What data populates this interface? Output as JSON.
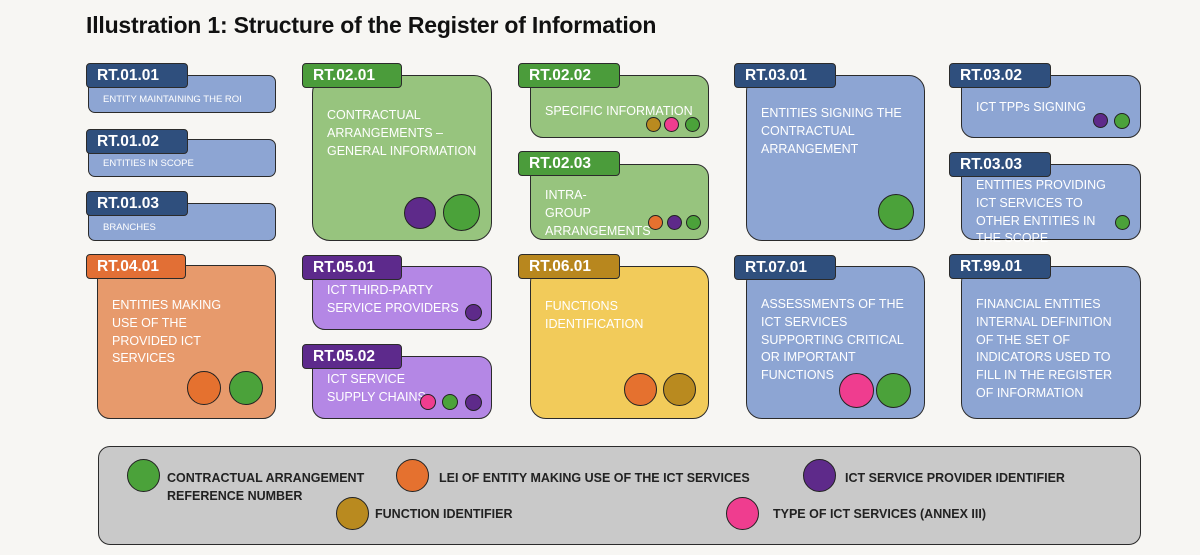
{
  "title": "Illustration 1: Structure of the Register of Information",
  "colors": {
    "blue": "#8da5d3",
    "green": "#97c47e",
    "orange": "#e79a6c",
    "purple": "#b487e5",
    "yellow": "#f2cb5a",
    "dot_green": "#4ba23a",
    "dot_orange": "#e5712f",
    "dot_purple": "#5e2a8a",
    "dot_gold": "#b98a1f",
    "dot_pink": "#ef3d8f"
  },
  "tables": [
    {
      "code": "RT.01.01",
      "label": "ENTITY MAINTAINING THE ROI",
      "dots": []
    },
    {
      "code": "RT.01.02",
      "label": "ENTITIES IN SCOPE",
      "dots": []
    },
    {
      "code": "RT.01.03",
      "label": "BRANCHES",
      "dots": []
    },
    {
      "code": "RT.02.01",
      "label": "CONTRACTUAL ARRANGEMENTS – GENERAL INFORMATION",
      "dots": [
        "ict-service-provider-identifier",
        "contractual-arrangement-reference-number"
      ]
    },
    {
      "code": "RT.02.02",
      "label": "SPECIFIC INFORMATION",
      "dots": [
        "function-identifier",
        "type-of-ict-services",
        "contractual-arrangement-reference-number"
      ]
    },
    {
      "code": "RT.02.03",
      "label": "INTRA-GROUP ARRANGEMENTS",
      "dots": [
        "lei-of-entity-making-use",
        "ict-service-provider-identifier",
        "contractual-arrangement-reference-number"
      ]
    },
    {
      "code": "RT.03.01",
      "label": "ENTITIES SIGNING THE CONTRACTUAL ARRANGEMENT",
      "dots": [
        "contractual-arrangement-reference-number"
      ]
    },
    {
      "code": "RT.03.02",
      "label": "ICT TPPs SIGNING",
      "dots": [
        "ict-service-provider-identifier",
        "contractual-arrangement-reference-number"
      ]
    },
    {
      "code": "RT.03.03",
      "label": "ENTITIES PROVIDING ICT SERVICES TO OTHER ENTITIES IN THE SCOPE",
      "dots": [
        "contractual-arrangement-reference-number"
      ]
    },
    {
      "code": "RT.04.01",
      "label": "ENTITIES MAKING USE OF THE PROVIDED ICT SERVICES",
      "dots": [
        "lei-of-entity-making-use",
        "contractual-arrangement-reference-number"
      ]
    },
    {
      "code": "RT.05.01",
      "label": "ICT THIRD-PARTY SERVICE PROVIDERS",
      "dots": [
        "ict-service-provider-identifier"
      ]
    },
    {
      "code": "RT.05.02",
      "label": "ICT SERVICE SUPPLY CHAINS",
      "dots": [
        "type-of-ict-services",
        "contractual-arrangement-reference-number",
        "ict-service-provider-identifier"
      ]
    },
    {
      "code": "RT.06.01",
      "label": "FUNCTIONS IDENTIFICATION",
      "dots": [
        "lei-of-entity-making-use",
        "function-identifier"
      ]
    },
    {
      "code": "RT.07.01",
      "label": "ASSESSMENTS OF THE ICT SERVICES SUPPORTING CRITICAL OR IMPORTANT FUNCTIONS",
      "dots": [
        "type-of-ict-services",
        "contractual-arrangement-reference-number"
      ]
    },
    {
      "code": "RT.99.01",
      "label": "FINANCIAL ENTITIES INTERNAL DEFINITION OF THE SET OF INDICATORS USED TO FILL IN THE REGISTER OF INFORMATION",
      "dots": []
    }
  ],
  "legend": [
    {
      "label": "CONTRACTUAL ARRANGEMENT REFERENCE NUMBER",
      "color": "#4ba23a"
    },
    {
      "label": "LEI OF ENTITY MAKING USE OF THE ICT SERVICES",
      "color": "#e5712f"
    },
    {
      "label": "ICT SERVICE PROVIDER IDENTIFIER",
      "color": "#5e2a8a"
    },
    {
      "label": "FUNCTION IDENTIFIER",
      "color": "#b98a1f"
    },
    {
      "label": "TYPE OF ICT SERVICES (ANNEX III)",
      "color": "#ef3d8f"
    }
  ]
}
